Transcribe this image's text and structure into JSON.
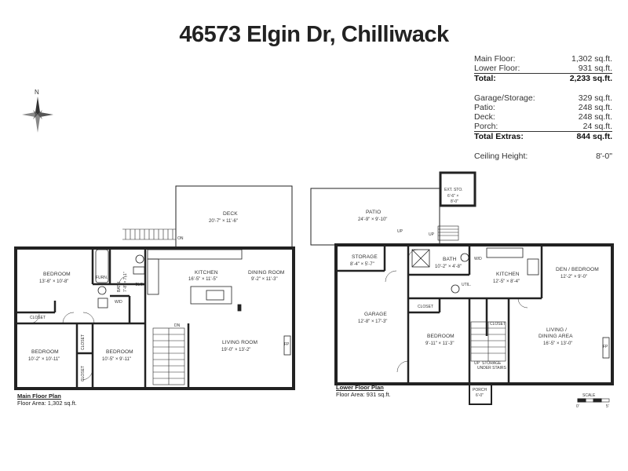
{
  "title": "46573 Elgin Dr, Chilliwack",
  "areas": {
    "main_label": "Main Floor:",
    "main_value": "1,302 sq.ft.",
    "lower_label": "Lower Floor:",
    "lower_value": "931 sq.ft.",
    "total_label": "Total:",
    "total_value": "2,233 sq.ft.",
    "garage_label": "Garage/Storage:",
    "garage_value": "329 sq.ft.",
    "patio_label": "Patio:",
    "patio_value": "248 sq.ft.",
    "deck_label": "Deck:",
    "deck_value": "248 sq.ft.",
    "porch_label": "Porch:",
    "porch_value": "24 sq.ft.",
    "extras_label": "Total Extras:",
    "extras_value": "844 sq.ft.",
    "ceiling_label": "Ceiling Height:",
    "ceiling_value": "8'-0\""
  },
  "compass": {
    "north": "N"
  },
  "main_floor": {
    "plan_title": "Main Floor Plan",
    "plan_area": "Floor Area: 1,302 sq.ft.",
    "rooms": {
      "deck_name": "DECK",
      "deck_dim": "20'-7\" × 11'-6\"",
      "bedroom1_name": "BEDROOM",
      "bedroom1_dim": "13'-6\" × 10'-8\"",
      "closet1": "CLOSET",
      "furn": "FURN.",
      "bath_name": "BATH",
      "bath_dim": "7'-8\" × 7'-1\"",
      "clo": "CLO.",
      "wd": "W/D",
      "kitchen_name": "KITCHEN",
      "kitchen_dim": "16'-5\" × 11'-5\"",
      "dining_name": "DINING ROOM",
      "dining_dim": "9'-2\" × 11'-3\"",
      "bedroom2_name": "BEDROOM",
      "bedroom2_dim": "10'-2\" × 10'-11\"",
      "closet2": "CLOSET",
      "closet3": "CLOSET",
      "bedroom3_name": "BEDROOM",
      "bedroom3_dim": "10'-5\" × 9'-11\"",
      "living_name": "LIVING ROOM",
      "living_dim": "19'-0\" × 13'-2\"",
      "on": "ON",
      "dn": "DN",
      "fp": "FP"
    }
  },
  "lower_floor": {
    "plan_title": "Lower Floor Plan",
    "plan_area": "Floor Area: 931 sq.ft.",
    "rooms": {
      "ext_sto_name": "EXT. STO.",
      "ext_sto_dim": "6'-6\" ×",
      "ext_sto_dim2": "8'-0\"",
      "patio_name": "PATIO",
      "patio_dim": "24'-9\" × 9'-10\"",
      "storage_name": "STORAGE",
      "storage_dim": "8'-4\" × 5'-7\"",
      "bath_name": "BATH",
      "bath_dim": "10'-2\" × 4'-8\"",
      "wd": "W/D",
      "den_name": "DEN / BEDROOM",
      "den_dim": "12'-2\" × 9'-0\"",
      "util": "UTIL.",
      "kitchen_name": "KITCHEN",
      "kitchen_dim": "12'-5\" × 8'-4\"",
      "garage_name": "GARAGE",
      "garage_dim": "12'-8\" × 17'-3\"",
      "closet1": "CLOSET",
      "closet2": "CLOSET",
      "bedroom_name": "BEDROOM",
      "bedroom_dim": "9'-11\" × 11'-3\"",
      "living_name": "LIVING /",
      "living_name2": "DINING AREA",
      "living_dim": "16'-5\" × 13'-0\"",
      "up1": "UP",
      "up2": "UP",
      "up3": "UP",
      "storage_under": "STORAGE",
      "under_stairs": "UNDER STAIRS",
      "porch_name": "PORCH",
      "porch_dim": "6'-0\"",
      "fp": "FP"
    }
  },
  "scale": {
    "label": "SCALE",
    "zero": "0'",
    "five": "5'"
  }
}
